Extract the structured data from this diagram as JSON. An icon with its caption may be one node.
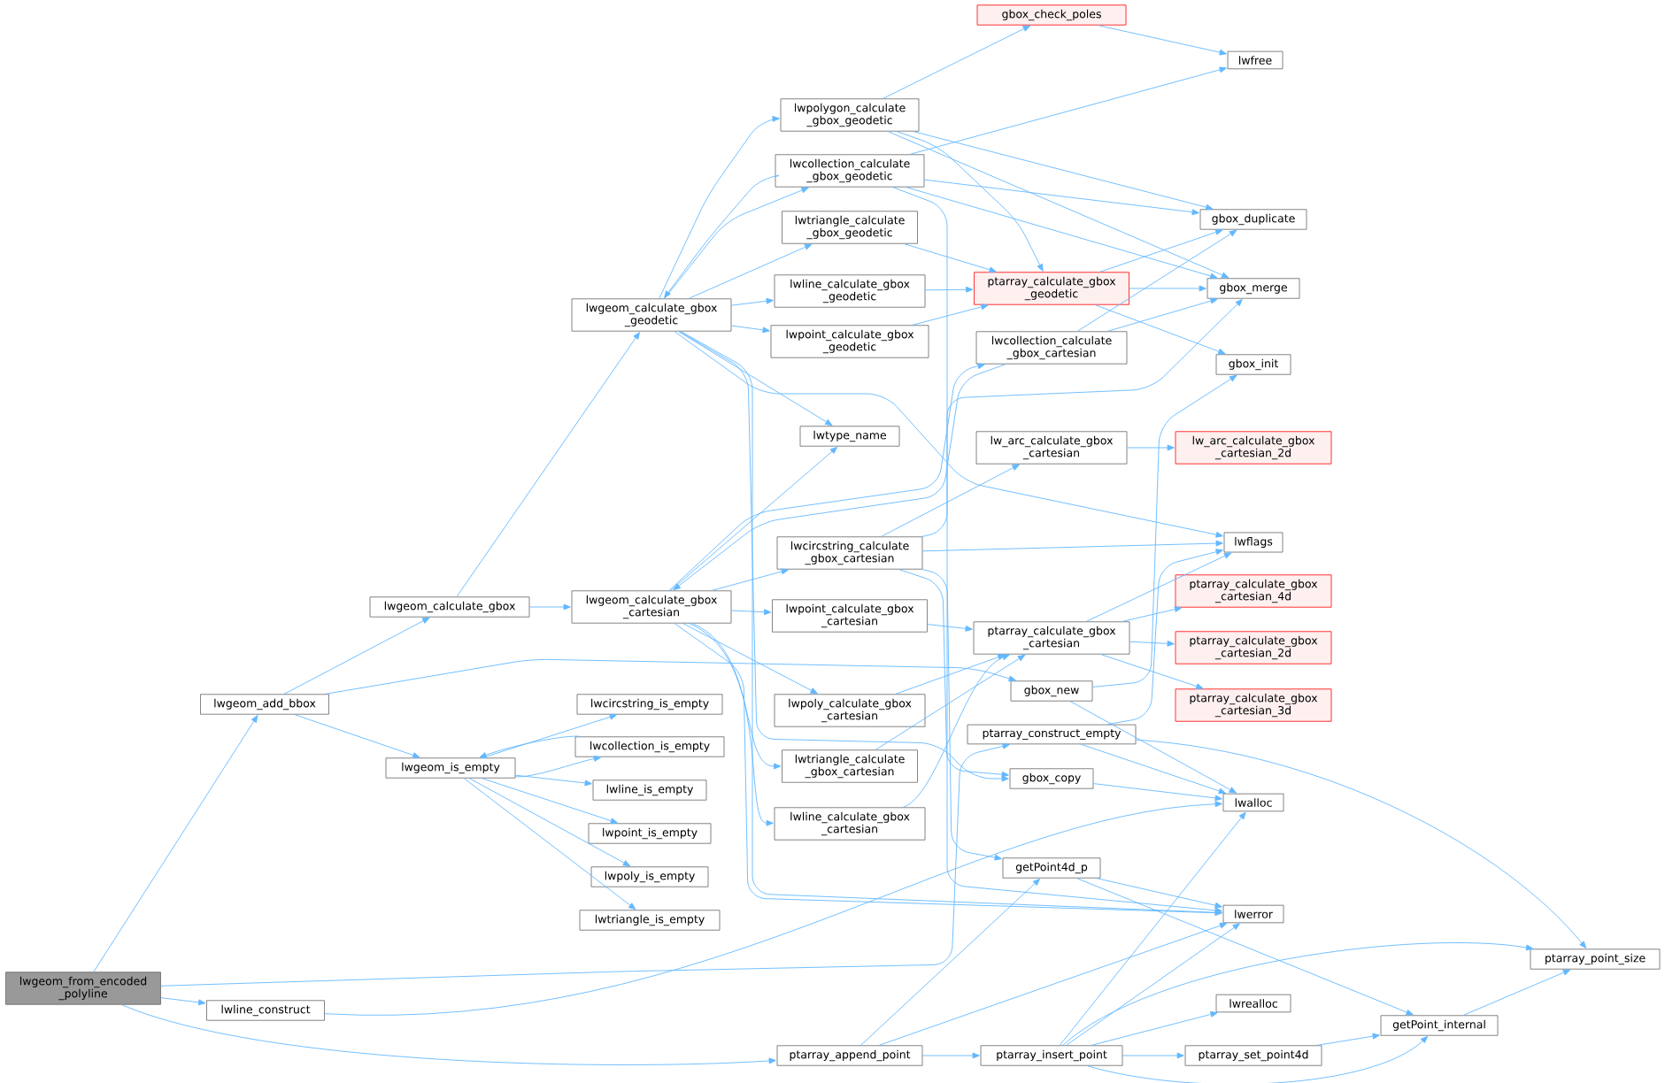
{
  "diagram": {
    "nodes": [
      {
        "text": [
          "lwgeom_from_encoded _polyline"
        ]
      },
      {
        "text": [
          "lwgeom_add_bbox"
        ]
      },
      {
        "text": [
          "lwgeom_calculate_gbox"
        ]
      },
      {
        "text": [
          "lwgeom_calculate_gbox _geodetic"
        ]
      },
      {
        "text": [
          "lwgeom_calculate_gbox _cartesian"
        ]
      },
      {
        "text": [
          "lwpolygon_calculate _gbox_geodetic"
        ]
      },
      {
        "text": [
          "lwcollection_calculate _gbox_geodetic"
        ]
      },
      {
        "text": [
          "lwtriangle_calculate _gbox_geodetic"
        ]
      },
      {
        "text": [
          "lwline_calculate_gbox _geodetic"
        ]
      },
      {
        "text": [
          "lwpoint_calculate_gbox _geodetic"
        ]
      },
      {
        "text": [
          "lwtype_name"
        ]
      },
      {
        "text": [
          "lwcircstring_calculate _gbox_cartesian"
        ]
      },
      {
        "text": [
          "lwpoint_calculate_gbox _cartesian"
        ]
      },
      {
        "text": [
          "lwpoly_calculate_gbox _cartesian"
        ]
      },
      {
        "text": [
          "lwtriangle_calculate _gbox_cartesian"
        ]
      },
      {
        "text": [
          "lwline_calculate_gbox _cartesian"
        ]
      },
      {
        "text": [
          "lwcircstring_is_empty"
        ]
      },
      {
        "text": [
          "lwcollection_is_empty"
        ]
      },
      {
        "text": [
          "lwline_is_empty"
        ]
      },
      {
        "text": [
          "lwpoint_is_empty"
        ]
      },
      {
        "text": [
          "lwpoly_is_empty"
        ]
      },
      {
        "text": [
          "lwtriangle_is_empty"
        ]
      },
      {
        "text": [
          "lwline_construct"
        ]
      },
      {
        "text": [
          "ptarray_append_point"
        ]
      },
      {
        "text": [
          "gbox_check_poles"
        ]
      },
      {
        "text": [
          "lwfree"
        ]
      },
      {
        "text": [
          "gbox_duplicate"
        ]
      },
      {
        "text": [
          "ptarray_calculate_gbox _geodetic"
        ]
      },
      {
        "text": [
          "gbox_merge"
        ]
      },
      {
        "text": [
          "lwcollection_calculate _gbox_cartesian"
        ]
      },
      {
        "text": [
          "gbox_init"
        ]
      },
      {
        "text": [
          "lw_arc_calculate_gbox _cartesian"
        ]
      },
      {
        "text": [
          "lw_arc_calculate_gbox _cartesian_2d"
        ]
      },
      {
        "text": [
          "lwflags"
        ]
      },
      {
        "text": [
          "ptarray_calculate_gbox _cartesian"
        ]
      },
      {
        "text": [
          "ptarray_calculate_gbox _cartesian_4d"
        ]
      },
      {
        "text": [
          "ptarray_calculate_gbox _cartesian_2d"
        ]
      },
      {
        "text": [
          "ptarray_calculate_gbox _cartesian_3d"
        ]
      },
      {
        "text": [
          "gbox_new"
        ]
      },
      {
        "text": [
          "ptarray_construct_empty"
        ]
      },
      {
        "text": [
          "gbox_copy"
        ]
      },
      {
        "text": [
          "lwalloc"
        ]
      },
      {
        "text": [
          "getPoint4d_p"
        ]
      },
      {
        "text": [
          "lwerror"
        ]
      },
      {
        "text": [
          "lwrealloc"
        ]
      },
      {
        "text": [
          "ptarray_insert_point"
        ]
      },
      {
        "text": [
          "ptarray_set_point4d"
        ]
      },
      {
        "text": [
          "getPoint_internal"
        ]
      },
      {
        "text": [
          "ptarray_point_size"
        ]
      },
      {
        "text": [
          "lwgeom_is_empty"
        ]
      }
    ],
    "edges": [
      {
        "from": 0,
        "to": 1,
        "arrow": "to"
      },
      {
        "from": 0,
        "to": 22,
        "arrow": "to"
      },
      {
        "from": 0,
        "to": 23,
        "arrow": "to"
      },
      {
        "from": 0,
        "to": 39,
        "arrow": "to"
      },
      {
        "from": 1,
        "to": 2,
        "arrow": "to"
      },
      {
        "from": 1,
        "to": 49,
        "arrow": "to"
      },
      {
        "from": 1,
        "to": 38,
        "arrow": "to"
      },
      {
        "from": 2,
        "to": 3,
        "arrow": "to"
      },
      {
        "from": 2,
        "to": 4,
        "arrow": "to"
      },
      {
        "from": 3,
        "to": 5,
        "arrow": "to"
      },
      {
        "from": 3,
        "to": 6,
        "arrow": "to"
      },
      {
        "from": 6,
        "to": 3,
        "arrow": "to"
      },
      {
        "from": 3,
        "to": 7,
        "arrow": "to"
      },
      {
        "from": 3,
        "to": 8,
        "arrow": "to"
      },
      {
        "from": 3,
        "to": 9,
        "arrow": "to"
      },
      {
        "from": 3,
        "to": 10,
        "arrow": "to"
      },
      {
        "from": 3,
        "to": 33,
        "arrow": "to"
      },
      {
        "from": 3,
        "to": 43,
        "arrow": "to"
      },
      {
        "from": 3,
        "to": 40,
        "arrow": "to"
      },
      {
        "from": 4,
        "to": 10,
        "arrow": "to"
      },
      {
        "from": 4,
        "to": 11,
        "arrow": "to"
      },
      {
        "from": 4,
        "to": 12,
        "arrow": "to"
      },
      {
        "from": 4,
        "to": 13,
        "arrow": "to"
      },
      {
        "from": 4,
        "to": 14,
        "arrow": "to"
      },
      {
        "from": 4,
        "to": 15,
        "arrow": "to"
      },
      {
        "from": 4,
        "to": 29,
        "arrow": "to"
      },
      {
        "from": 29,
        "to": 4,
        "arrow": "to"
      },
      {
        "from": 4,
        "to": 43,
        "arrow": "to"
      },
      {
        "from": 5,
        "to": 24,
        "arrow": "to"
      },
      {
        "from": 5,
        "to": 26,
        "arrow": "to"
      },
      {
        "from": 5,
        "to": 27,
        "arrow": "to"
      },
      {
        "from": 5,
        "to": 28,
        "arrow": "to"
      },
      {
        "from": 6,
        "to": 25,
        "arrow": "to"
      },
      {
        "from": 6,
        "to": 26,
        "arrow": "to"
      },
      {
        "from": 6,
        "to": 28,
        "arrow": "to"
      },
      {
        "from": 6,
        "to": 43,
        "arrow": "to"
      },
      {
        "from": 7,
        "to": 27,
        "arrow": "to"
      },
      {
        "from": 8,
        "to": 27,
        "arrow": "to"
      },
      {
        "from": 9,
        "to": 27,
        "arrow": "to"
      },
      {
        "from": 11,
        "to": 31,
        "arrow": "to"
      },
      {
        "from": 11,
        "to": 33,
        "arrow": "to"
      },
      {
        "from": 11,
        "to": 28,
        "arrow": "to"
      },
      {
        "from": 11,
        "to": 42,
        "arrow": "to"
      },
      {
        "from": 11,
        "to": 40,
        "arrow": "to"
      },
      {
        "from": 12,
        "to": 34,
        "arrow": "to"
      },
      {
        "from": 13,
        "to": 34,
        "arrow": "to"
      },
      {
        "from": 14,
        "to": 34,
        "arrow": "to"
      },
      {
        "from": 15,
        "to": 34,
        "arrow": "to"
      },
      {
        "from": 22,
        "to": 41,
        "arrow": "to"
      },
      {
        "from": 23,
        "to": 42,
        "arrow": "to"
      },
      {
        "from": 23,
        "to": 43,
        "arrow": "to"
      },
      {
        "from": 23,
        "to": 45,
        "arrow": "to"
      },
      {
        "from": 24,
        "to": 25,
        "arrow": "to"
      },
      {
        "from": 27,
        "to": 26,
        "arrow": "to"
      },
      {
        "from": 27,
        "to": 28,
        "arrow": "to"
      },
      {
        "from": 27,
        "to": 30,
        "arrow": "to"
      },
      {
        "from": 29,
        "to": 26,
        "arrow": "to"
      },
      {
        "from": 29,
        "to": 28,
        "arrow": "to"
      },
      {
        "from": 31,
        "to": 32,
        "arrow": "to"
      },
      {
        "from": 34,
        "to": 33,
        "arrow": "to"
      },
      {
        "from": 34,
        "to": 35,
        "arrow": "to"
      },
      {
        "from": 34,
        "to": 36,
        "arrow": "to"
      },
      {
        "from": 34,
        "to": 37,
        "arrow": "to"
      },
      {
        "from": 38,
        "to": 30,
        "arrow": "to"
      },
      {
        "from": 38,
        "to": 41,
        "arrow": "to"
      },
      {
        "from": 39,
        "to": 33,
        "arrow": "to"
      },
      {
        "from": 39,
        "to": 41,
        "arrow": "to"
      },
      {
        "from": 39,
        "to": 48,
        "arrow": "to"
      },
      {
        "from": 40,
        "to": 41,
        "arrow": "to"
      },
      {
        "from": 42,
        "to": 43,
        "arrow": "to"
      },
      {
        "from": 42,
        "to": 47,
        "arrow": "to"
      },
      {
        "from": 45,
        "to": 41,
        "arrow": "to"
      },
      {
        "from": 45,
        "to": 43,
        "arrow": "to"
      },
      {
        "from": 45,
        "to": 44,
        "arrow": "to"
      },
      {
        "from": 45,
        "to": 46,
        "arrow": "to"
      },
      {
        "from": 45,
        "to": 47,
        "arrow": "to"
      },
      {
        "from": 45,
        "to": 48,
        "arrow": "to"
      },
      {
        "from": 46,
        "to": 47,
        "arrow": "to"
      },
      {
        "from": 47,
        "to": 48,
        "arrow": "to"
      },
      {
        "from": 49,
        "to": 16,
        "arrow": "to"
      },
      {
        "from": 49,
        "to": 17,
        "arrow": "to"
      },
      {
        "from": 17,
        "to": 49,
        "arrow": "to"
      },
      {
        "from": 49,
        "to": 18,
        "arrow": "to"
      },
      {
        "from": 49,
        "to": 19,
        "arrow": "to"
      },
      {
        "from": 49,
        "to": 20,
        "arrow": "to"
      },
      {
        "from": 49,
        "to": 21,
        "arrow": "to"
      }
    ]
  }
}
